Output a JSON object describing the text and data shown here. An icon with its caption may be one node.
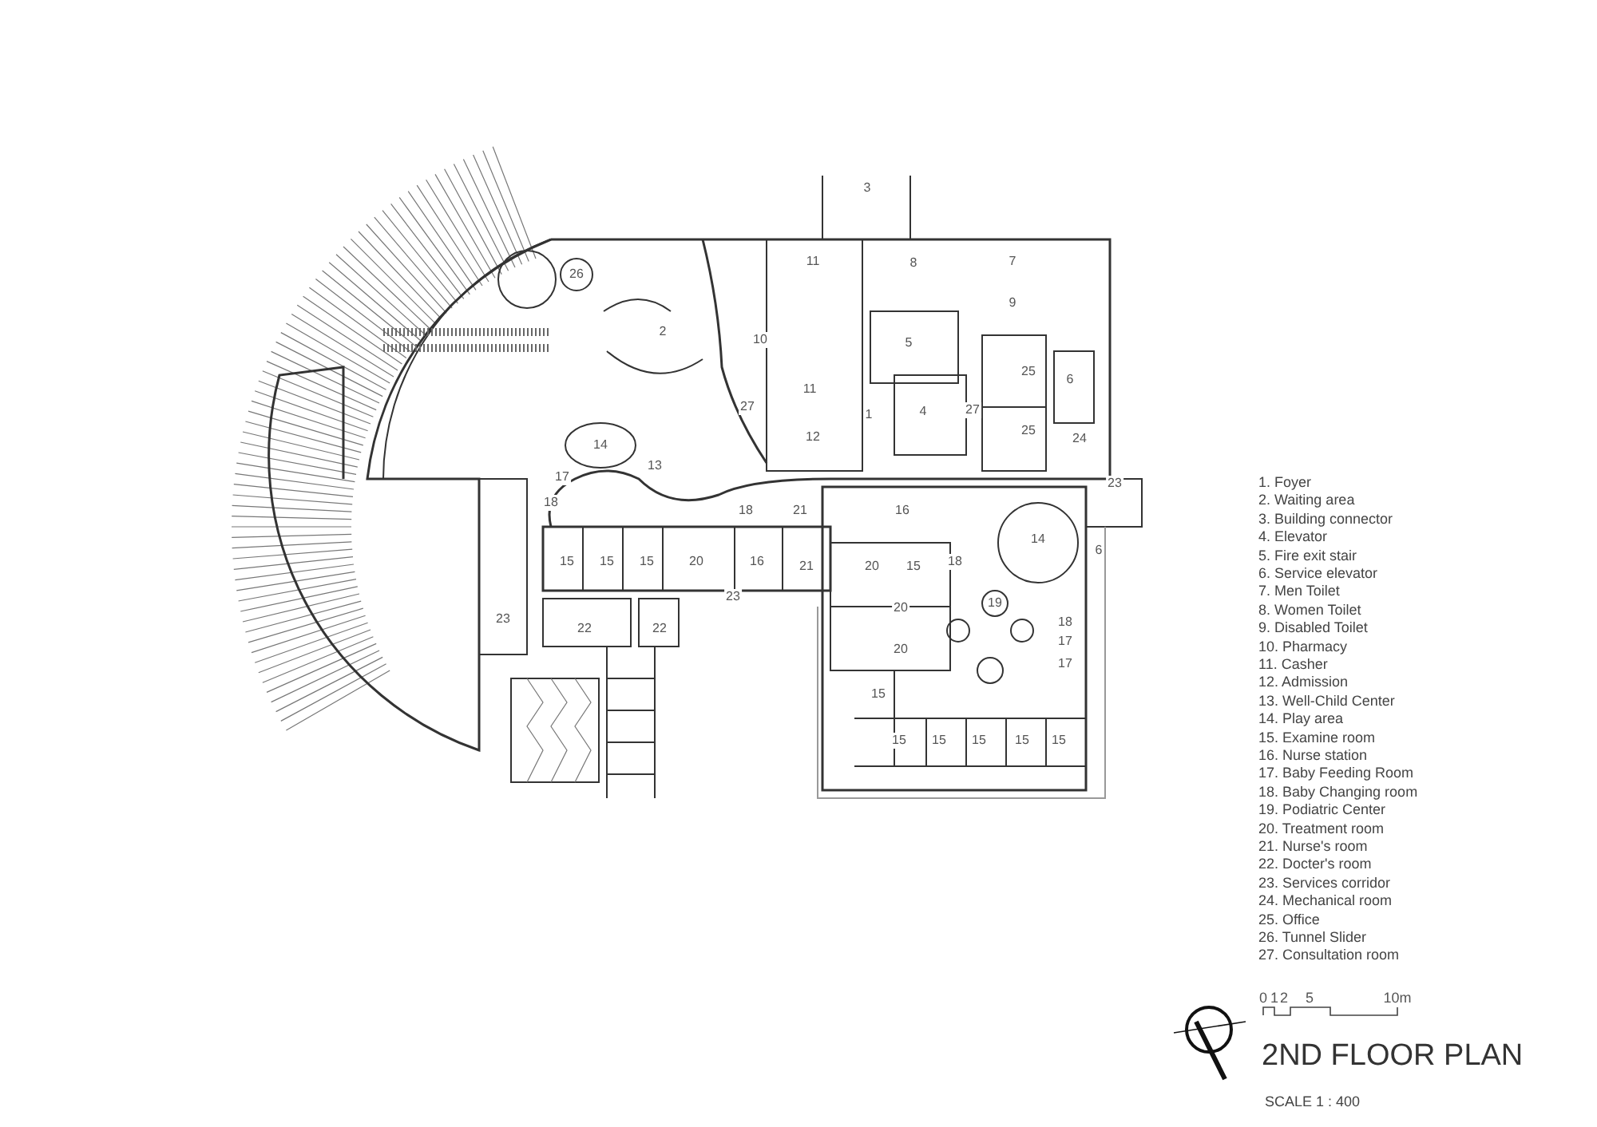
{
  "diagram": {
    "title": "2ND FLOOR PLAN",
    "labels": [
      "3",
      "26",
      "11",
      "8",
      "7",
      "9",
      "2",
      "10",
      "5",
      "11",
      "25",
      "6",
      "27",
      "1",
      "4",
      "27",
      "12",
      "25",
      "24",
      "14",
      "13",
      "17",
      "23",
      "18",
      "18",
      "21",
      "16",
      "14",
      "6",
      "15",
      "15",
      "15",
      "20",
      "16",
      "21",
      "20",
      "15",
      "18",
      "23",
      "19",
      "23",
      "22",
      "22",
      "20",
      "18",
      "17",
      "17",
      "20",
      "15",
      "15",
      "15",
      "15",
      "15",
      "15",
      "1. Foyer",
      "2. Waiting area",
      "3. Building connector",
      "4. Elevator",
      "5. Fire exit stair",
      "6. Service elevator",
      "7. Men Toilet",
      "8. Women Toilet",
      "9. Disabled Toilet",
      "10. Pharmacy",
      "11. Casher",
      "12. Admission",
      "13. Well-Child Center",
      "14. Play area",
      "15. Examine room",
      "16. Nurse station",
      "17. Baby Feeding Room",
      "18. Baby Changing room",
      "19. Podiatric Center",
      "20. Treatment room",
      "21. Nurse's room",
      "22. Docter's room",
      "23. Services corridor",
      "24. Mechanical room",
      "25. Office",
      "26. Tunnel Slider",
      "27. Consultation room",
      "0",
      "1",
      "2",
      "5",
      "10m",
      "SCALE 1 : 400"
    ]
  }
}
